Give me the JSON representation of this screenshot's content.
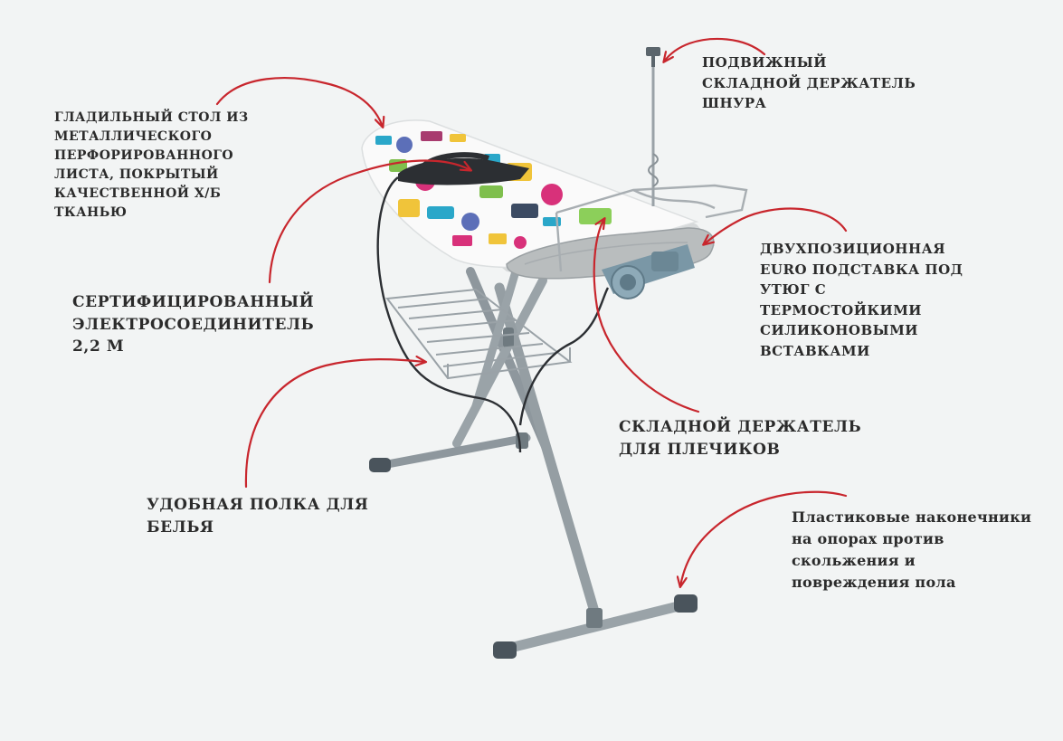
{
  "annotations": {
    "board_top": {
      "lines": [
        "ГЛАДИЛЬНЫЙ СТОЛ ИЗ",
        "МЕТАЛЛИЧЕСКОГО",
        "ПЕРФОРИРОВАННОГО",
        "ЛИСТА, ПОКРЫТЫЙ",
        "КАЧЕСТВЕННОЙ Х/Б",
        "ТКАНЬЮ"
      ]
    },
    "cord_holder": {
      "lines": [
        "ПОДВИЖНЫЙ",
        "СКЛАДНОЙ ДЕРЖАТЕЛЬ",
        "ШНУРА"
      ]
    },
    "power_socket": {
      "lines": [
        "СЕРТИФИЦИРОВАННЫЙ",
        "ЭЛЕКТРОСОЕДИНИТЕЛЬ",
        "2,2 М"
      ]
    },
    "iron_rest": {
      "lines": [
        "ДВУХПОЗИЦИОННАЯ",
        "EURO ПОДСТАВКА ПОД",
        "УТЮГ С",
        "ТЕРМОСТОЙКИМИ",
        "СИЛИКОНОВЫМИ",
        "ВСТАВКАМИ"
      ]
    },
    "hanger_holder": {
      "lines": [
        "СКЛАДНОЙ ДЕРЖАТЕЛЬ",
        "ДЛЯ ПЛЕЧИКОВ"
      ]
    },
    "linen_shelf": {
      "lines": [
        "УДОБНАЯ ПОЛКА ДЛЯ",
        "БЕЛЬЯ"
      ]
    },
    "feet_tips": {
      "lines": [
        "Пластиковые наконечники",
        "на опорах против",
        "скольжения и",
        "повреждения пола"
      ]
    }
  },
  "colors": {
    "background": "#f2f4f4",
    "arrow": "#c8262d",
    "text": "#2b2b2b",
    "frame": "#8e979d",
    "foot_cap": "#4a545c",
    "cover": "#fafafa",
    "rest": "#b9bdbe",
    "socket": "#7a97a6",
    "cord": "#2c2f33"
  },
  "icons": {
    "arrow": "curved-arrow-icon",
    "board": "ironing-board-illustration",
    "iron": "steam-iron-icon"
  }
}
